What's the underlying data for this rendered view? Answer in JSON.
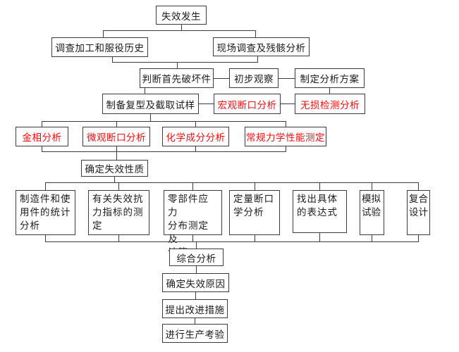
{
  "diagram": {
    "type": "flowchart",
    "topic": "failure-analysis-procedure",
    "colors": {
      "normal_text": "#1c1c1c",
      "emphasis_text": "#f20d0d",
      "border": "#3c3c3c",
      "background": "#ffffff"
    }
  },
  "nodes": [
    {
      "label": "失效发生",
      "emphasis": "black"
    },
    {
      "label": "调查加工和服役历史",
      "emphasis": "black"
    },
    {
      "label": "现场调查及残骸分析",
      "emphasis": "black"
    },
    {
      "label": "判断首先破坏件",
      "emphasis": "black"
    },
    {
      "label": "初步观察",
      "emphasis": "black"
    },
    {
      "label": "制定分析方案",
      "emphasis": "black"
    },
    {
      "label": "制备复型及截取试样",
      "emphasis": "black"
    },
    {
      "label": "宏观断口分析",
      "emphasis": "red"
    },
    {
      "label": "无损检测分析",
      "emphasis": "red"
    },
    {
      "label": "金相分析",
      "emphasis": "red"
    },
    {
      "label": "微观断口分析",
      "emphasis": "red"
    },
    {
      "label": "化学成分分析",
      "emphasis": "red"
    },
    {
      "label": "常规力学性能测定",
      "emphasis": "red"
    },
    {
      "label": "确定失效性质",
      "emphasis": "black"
    },
    {
      "label": "制造件和使\n用件的统计\n分析",
      "emphasis": "black"
    },
    {
      "label": "有关失效抗\n力指标的测\n定",
      "emphasis": "black"
    },
    {
      "label": "零部件应力\n分布测定及\n计算",
      "emphasis": "black"
    },
    {
      "label": "定量断口\n学分析",
      "emphasis": "black"
    },
    {
      "label": "找出具体\n的表达式",
      "emphasis": "black"
    },
    {
      "label": "模拟\n试验",
      "emphasis": "black"
    },
    {
      "label": "复合\n设计",
      "emphasis": "black"
    },
    {
      "label": "综合分析",
      "emphasis": "black"
    },
    {
      "label": "确定失效原因",
      "emphasis": "black"
    },
    {
      "label": "提出改进措施",
      "emphasis": "black"
    },
    {
      "label": "进行生产考验",
      "emphasis": "black"
    }
  ]
}
